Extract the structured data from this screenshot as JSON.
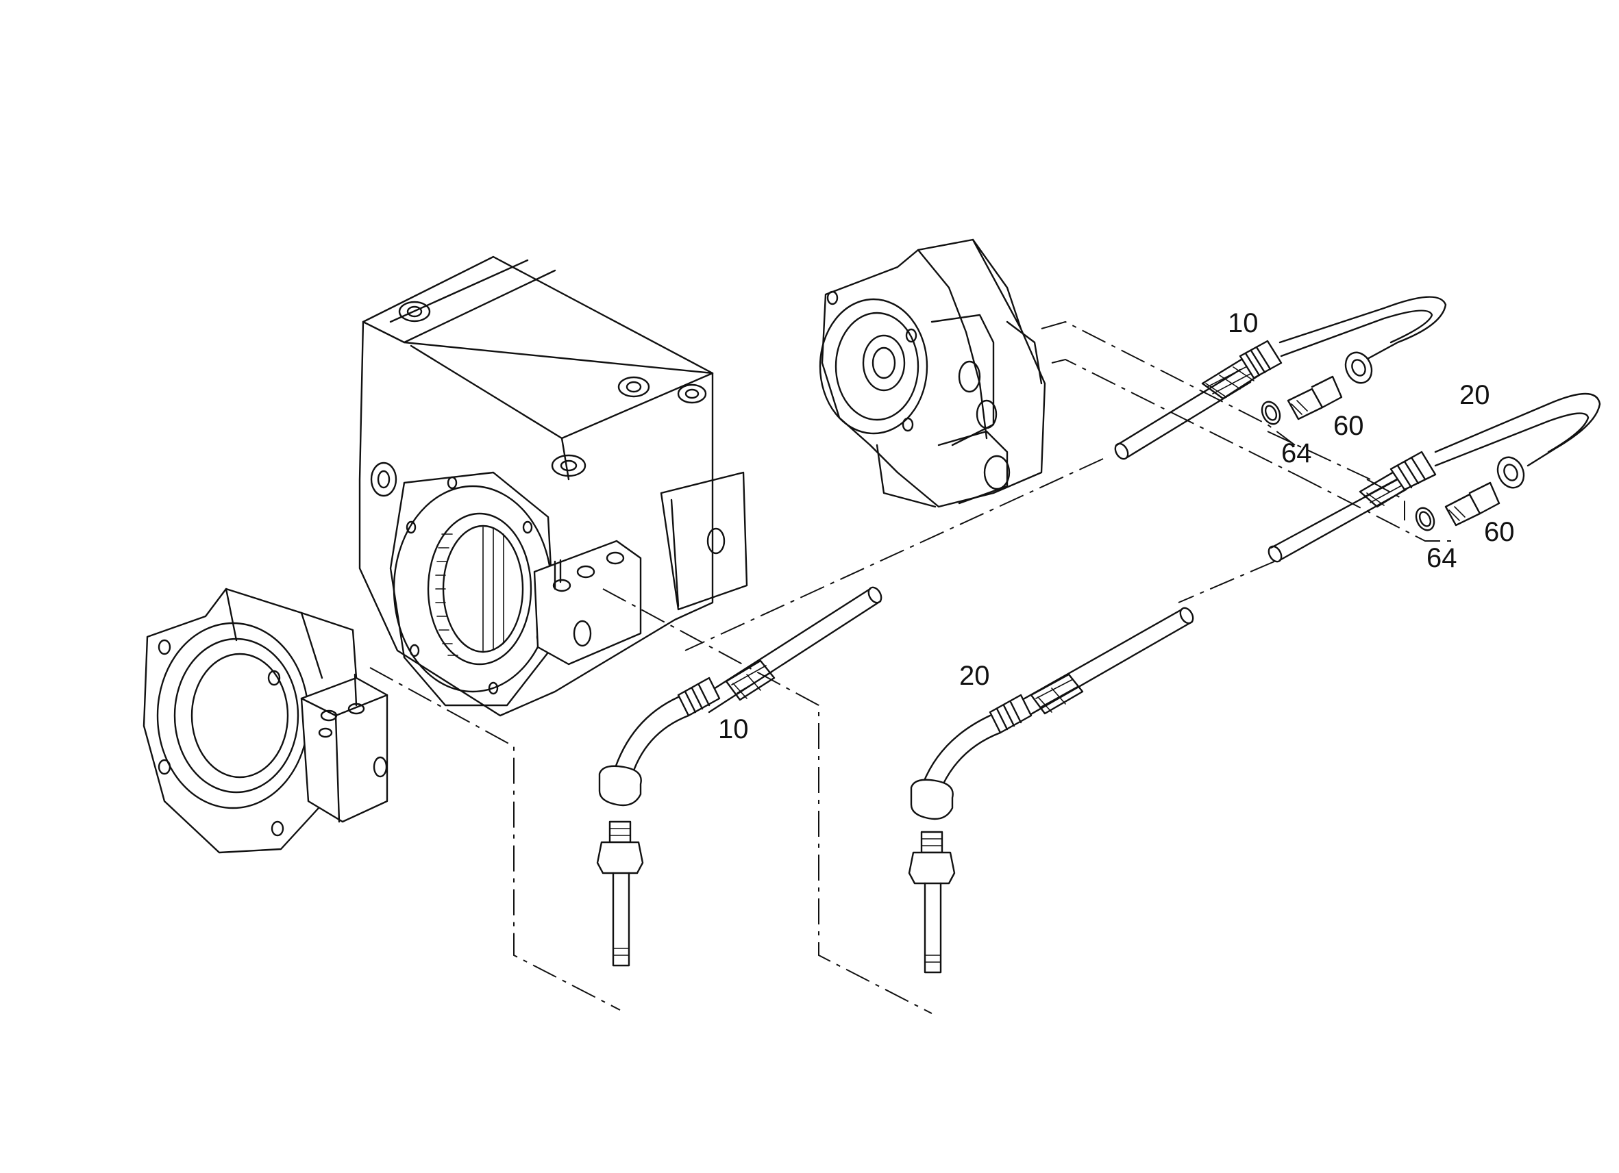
{
  "callouts": [
    {
      "id": "c1",
      "text": "10"
    },
    {
      "id": "c2",
      "text": "20"
    },
    {
      "id": "c3",
      "text": "60"
    },
    {
      "id": "c4",
      "text": "64"
    },
    {
      "id": "c5",
      "text": "60"
    },
    {
      "id": "c6",
      "text": "64"
    },
    {
      "id": "c7",
      "text": "20"
    },
    {
      "id": "c8",
      "text": "10"
    }
  ]
}
